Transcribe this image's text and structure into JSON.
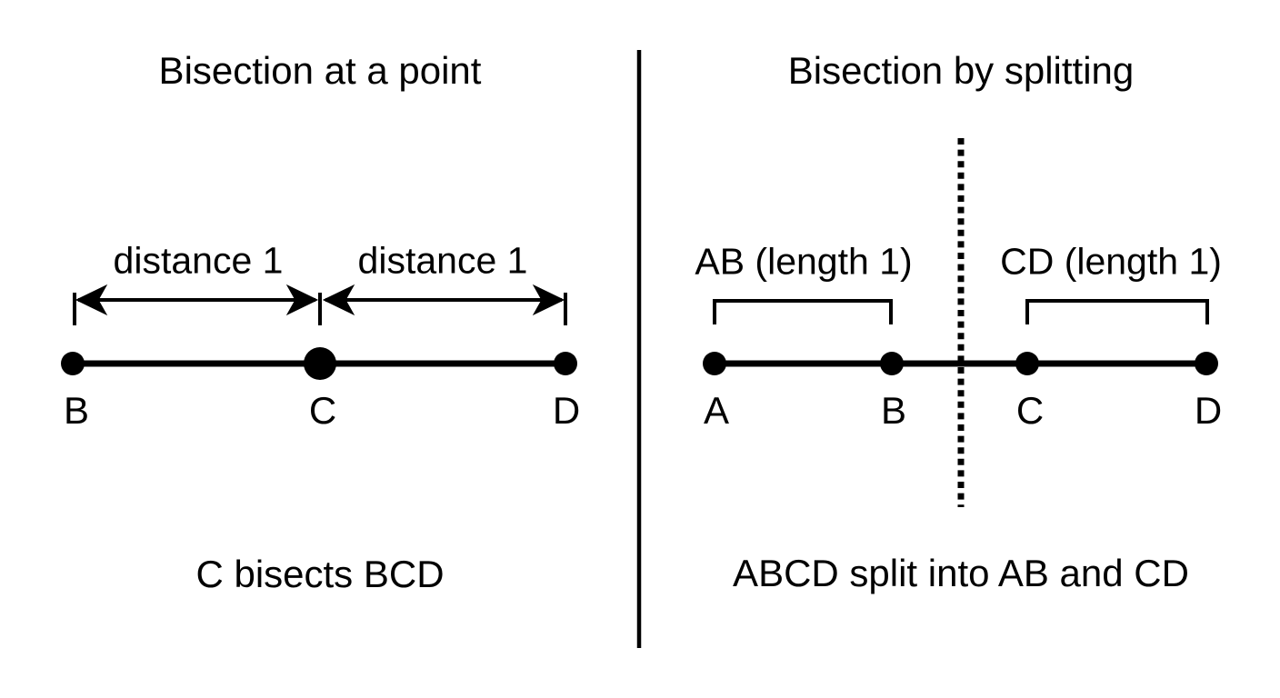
{
  "canvas": {
    "background": "#ffffff",
    "ink": "#000000"
  },
  "left_panel": {
    "title": "Bisection at a point",
    "distance_labels": {
      "left": "distance 1",
      "right": "distance 1"
    },
    "point_labels": {
      "b": "B",
      "c": "C",
      "d": "D"
    },
    "caption": "C bisects BCD"
  },
  "right_panel": {
    "title": "Bisection by splitting",
    "segment_labels": {
      "ab": "AB (length 1)",
      "cd": "CD (length 1)"
    },
    "point_labels": {
      "a": "A",
      "b": "B",
      "c": "C",
      "d": "D"
    },
    "caption": "ABCD split into AB and CD"
  }
}
